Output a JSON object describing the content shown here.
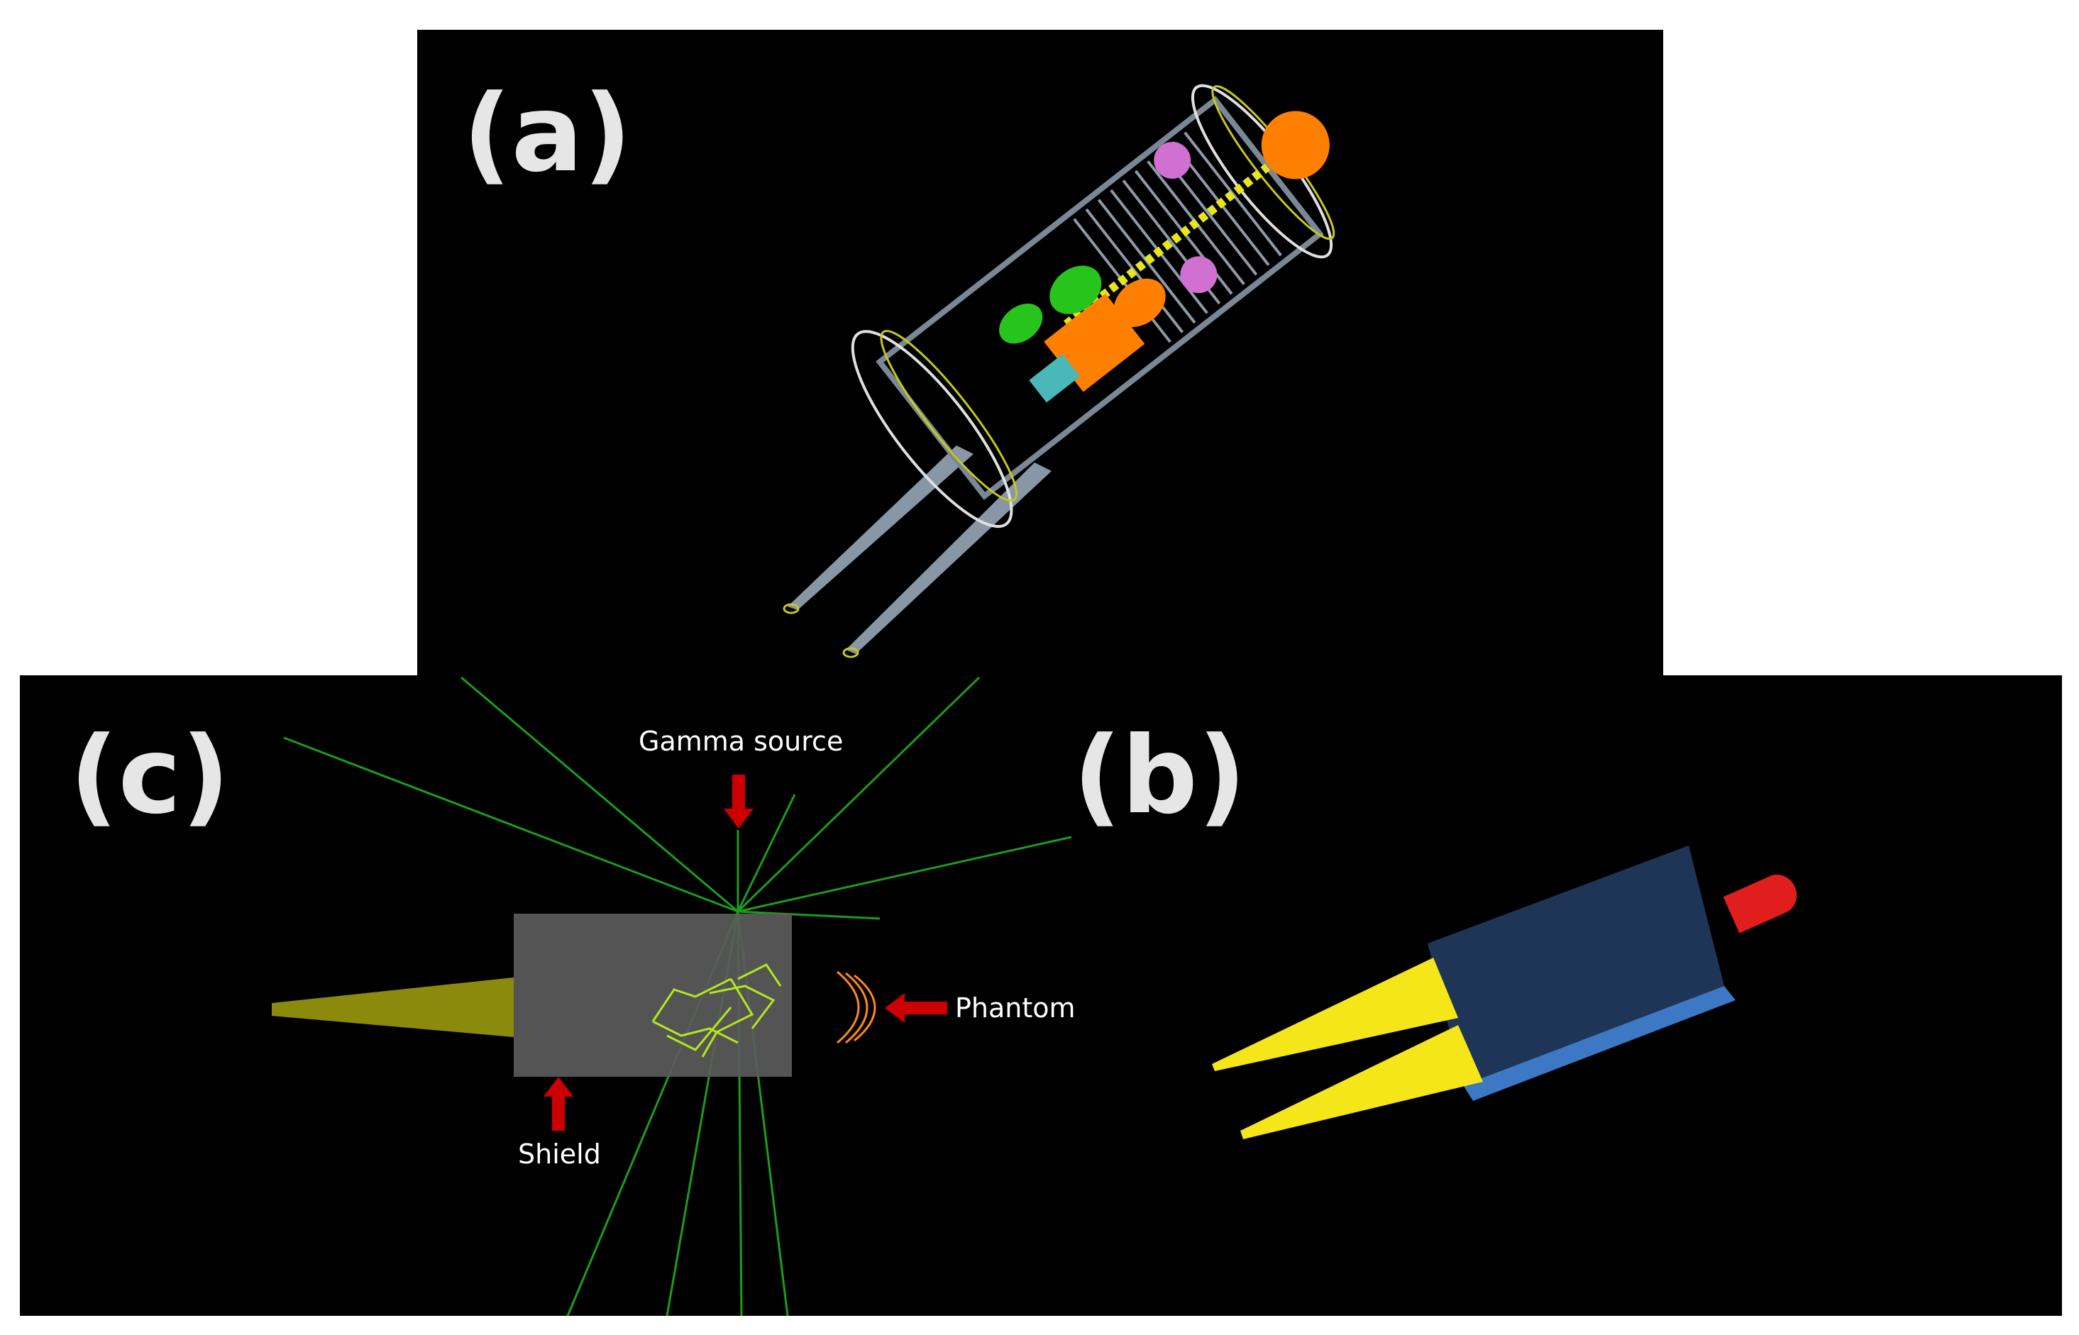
{
  "panels": {
    "a": {
      "label": "(a)"
    },
    "b": {
      "label": "(b)"
    },
    "c": {
      "label": "(c)"
    }
  },
  "annotations": {
    "gamma_source": "Gamma source",
    "phantom": "Phantom",
    "shield": "Shield"
  },
  "colors": {
    "background": "#000000",
    "page": "#ffffff",
    "arrow": "#cc0000",
    "gamma_track": "#1a9e1a",
    "electron_track": "#b5e61d",
    "shield_box": "#5b5b5b",
    "probe_tip_c": "#8c8a0c",
    "phantom_arc": "#ff8a1c",
    "housing_b": "#1e3557",
    "housing_b_edge": "#3d78c4",
    "cone_b": "#f5e61a",
    "cap_b": "#e01e1e",
    "frame_a": "#8e9aa6",
    "ring_a": "#e0e0e0",
    "organ_orange": "#ff7f00",
    "organ_pink": "#d070d0",
    "organ_green": "#27c41c",
    "spine_yellow": "#e6e61a"
  }
}
